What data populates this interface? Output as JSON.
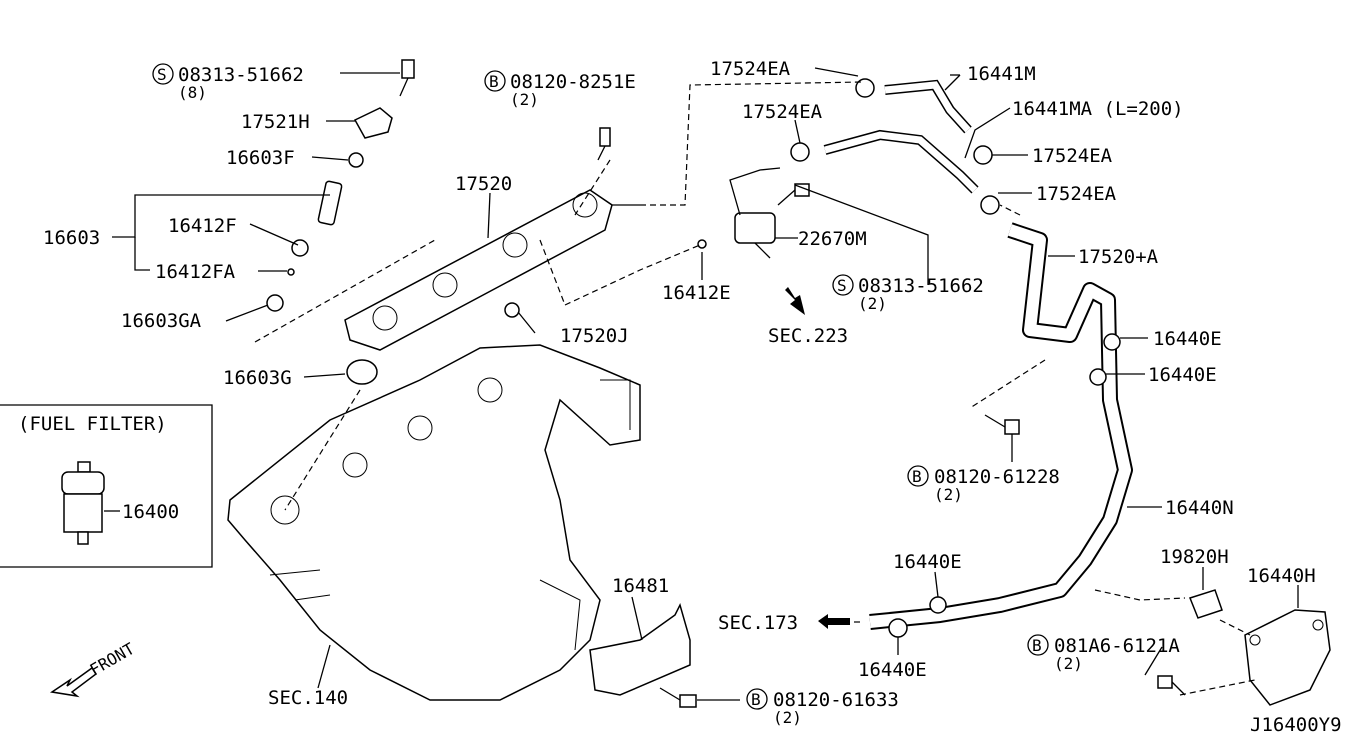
{
  "diagram_code": "J16400Y9",
  "front_label": "FRONT",
  "fuel_filter_box": {
    "title": "(FUEL FILTER)",
    "part": "16400"
  },
  "sections": {
    "sec_223": "SEC.223",
    "sec_173": "SEC.173",
    "sec_140": "SEC.140"
  },
  "callouts": {
    "screw_top": {
      "symbol": "S",
      "number": "08313-51662",
      "qty": "(8)"
    },
    "p17521h": "17521H",
    "p16603f": "16603F",
    "p16603": "16603",
    "p16412f": "16412F",
    "p16412fa": "16412FA",
    "p16603ga": "16603GA",
    "p16603g": "16603G",
    "bolt_top": {
      "symbol": "B",
      "number": "08120-8251E",
      "qty": "(2)"
    },
    "p17520": "17520",
    "p17520j": "17520J",
    "p16412e": "16412E",
    "p22670m": "22670M",
    "screw_mid": {
      "symbol": "S",
      "number": "08313-51662",
      "qty": "(2)"
    },
    "p17524ea_1": "17524EA",
    "p17524ea_2": "17524EA",
    "p17524ea_3": "17524EA",
    "p17524ea_4": "17524EA",
    "p16441m": "16441M",
    "p16441ma": "16441MA (L=200)",
    "p17520a": "17520+A",
    "p16440e_1": "16440E",
    "p16440e_2": "16440E",
    "bolt_mid": {
      "symbol": "B",
      "number": "08120-61228",
      "qty": "(2)"
    },
    "p16440n": "16440N",
    "p16440e_3": "16440E",
    "p16440e_4": "16440E",
    "p19820h": "19820H",
    "p16440h": "16440H",
    "bolt_right": {
      "symbol": "B",
      "number": "081A6-6121A",
      "qty": "(2)"
    },
    "p16481": "16481",
    "bolt_bottom": {
      "symbol": "B",
      "number": "08120-61633",
      "qty": "(2)"
    }
  }
}
